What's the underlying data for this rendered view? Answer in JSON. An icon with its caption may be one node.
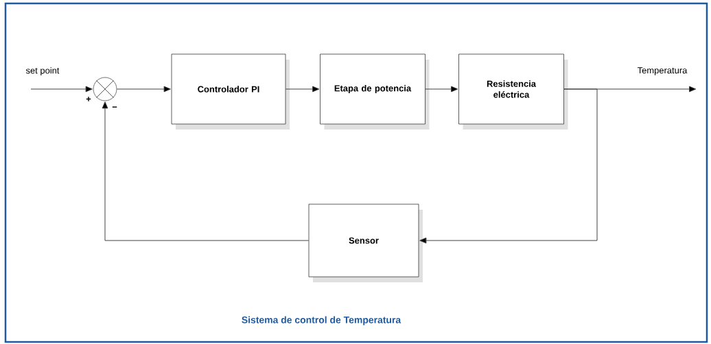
{
  "diagram": {
    "caption": "Sistema de control de Temperatura",
    "nodes": [
      {
        "text": [],
        "shape": "circle"
      },
      {
        "text": [
          "Controlador PI"
        ]
      },
      {
        "text": [
          "Etapa de potencia"
        ]
      },
      {
        "text": [
          "Resistencia eléctrica"
        ]
      },
      {
        "text": [
          "Sensor"
        ]
      }
    ],
    "edges": [
      {
        "from": null,
        "to": 0,
        "arrow": "to",
        "label": "set point"
      },
      {
        "from": 0,
        "to": 1,
        "arrow": "to"
      },
      {
        "from": 1,
        "to": 2,
        "arrow": "to"
      },
      {
        "from": 2,
        "to": 3,
        "arrow": "to"
      },
      {
        "from": 3,
        "to": null,
        "arrow": "to",
        "label": "Temperatura"
      },
      {
        "from": 3,
        "to": 4,
        "arrow": "to"
      },
      {
        "from": 4,
        "to": 0,
        "arrow": "to"
      }
    ],
    "labels": [
      "+",
      "−"
    ]
  }
}
